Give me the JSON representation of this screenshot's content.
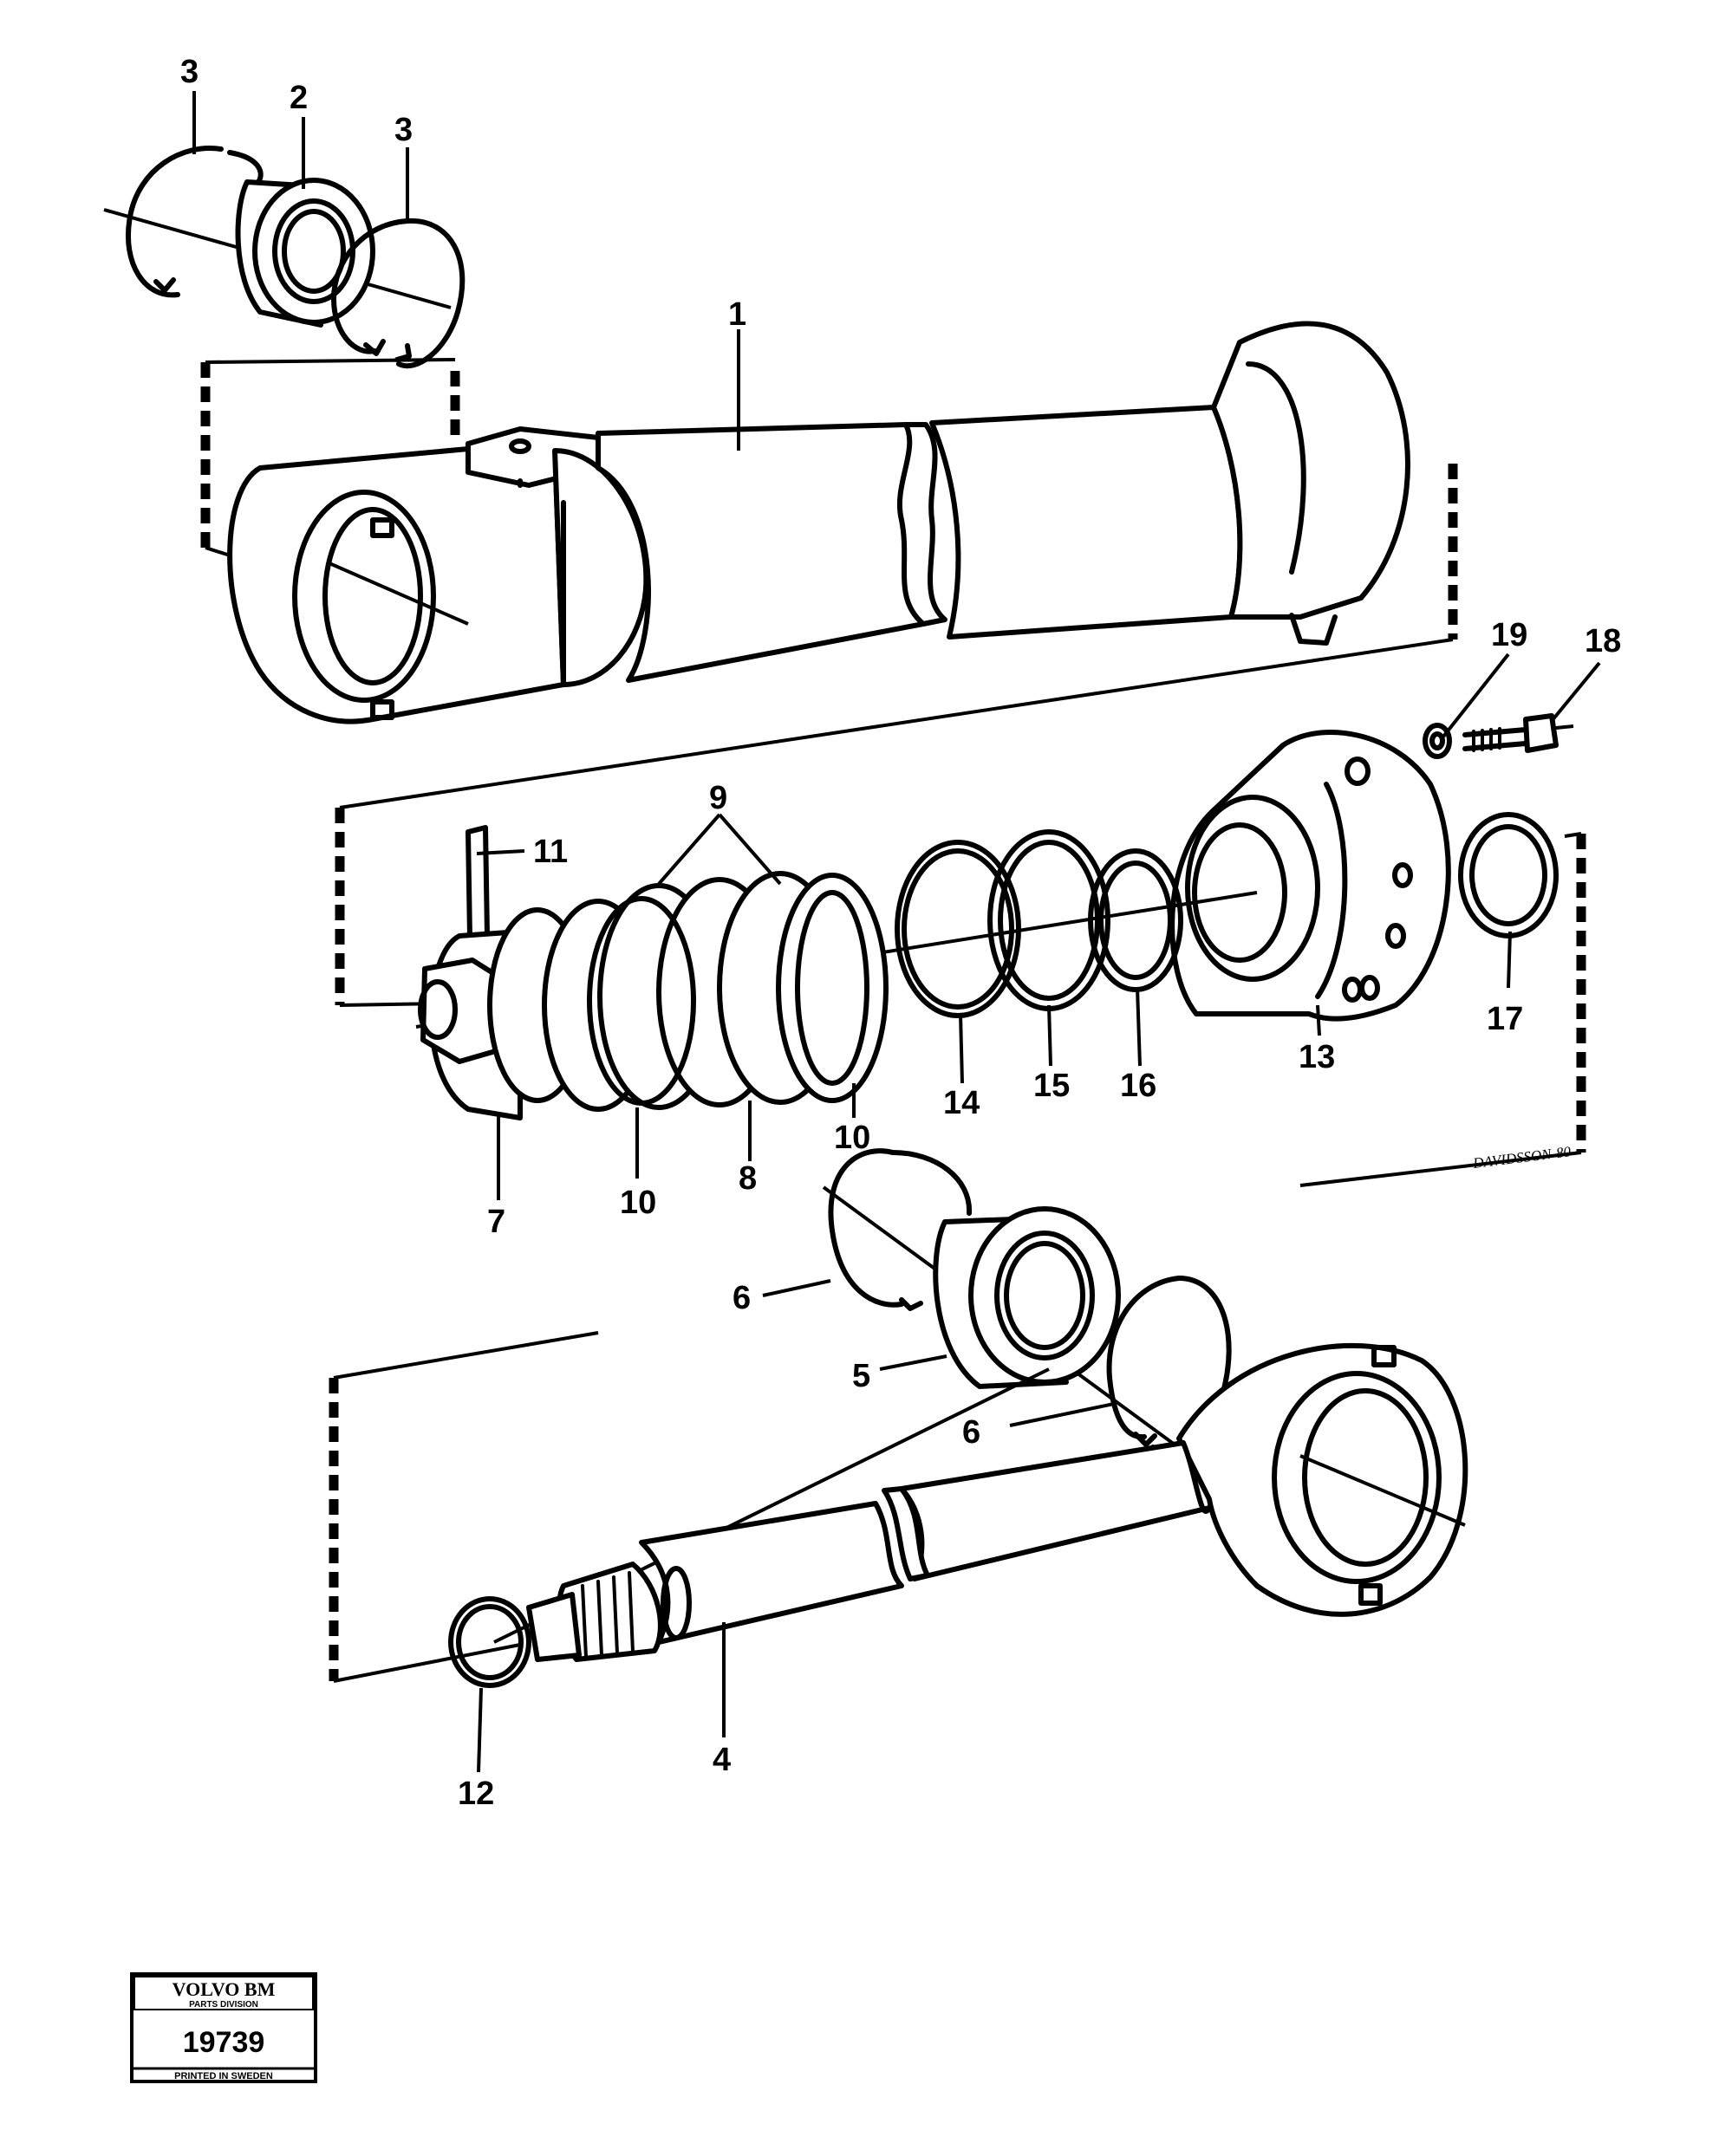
{
  "callouts": [
    {
      "id": "c3a",
      "label": "3"
    },
    {
      "id": "c2",
      "label": "2"
    },
    {
      "id": "c3b",
      "label": "3"
    },
    {
      "id": "c1",
      "label": "1"
    },
    {
      "id": "c19",
      "label": "19"
    },
    {
      "id": "c18",
      "label": "18"
    },
    {
      "id": "c9",
      "label": "9"
    },
    {
      "id": "c11",
      "label": "11"
    },
    {
      "id": "c17",
      "label": "17"
    },
    {
      "id": "c13",
      "label": "13"
    },
    {
      "id": "c16",
      "label": "16"
    },
    {
      "id": "c15",
      "label": "15"
    },
    {
      "id": "c14",
      "label": "14"
    },
    {
      "id": "c10a",
      "label": "10"
    },
    {
      "id": "c8",
      "label": "8"
    },
    {
      "id": "c10b",
      "label": "10"
    },
    {
      "id": "c7",
      "label": "7"
    },
    {
      "id": "c6a",
      "label": "6"
    },
    {
      "id": "c5",
      "label": "5"
    },
    {
      "id": "c6b",
      "label": "6"
    },
    {
      "id": "c4",
      "label": "4"
    },
    {
      "id": "c12",
      "label": "12"
    }
  ],
  "signature": "DAVIDSSON-80",
  "stamp": {
    "brand": "VOLVO BM",
    "division": "PARTS DIVISION",
    "number": "19739",
    "printed": "PRINTED IN SWEDEN"
  }
}
